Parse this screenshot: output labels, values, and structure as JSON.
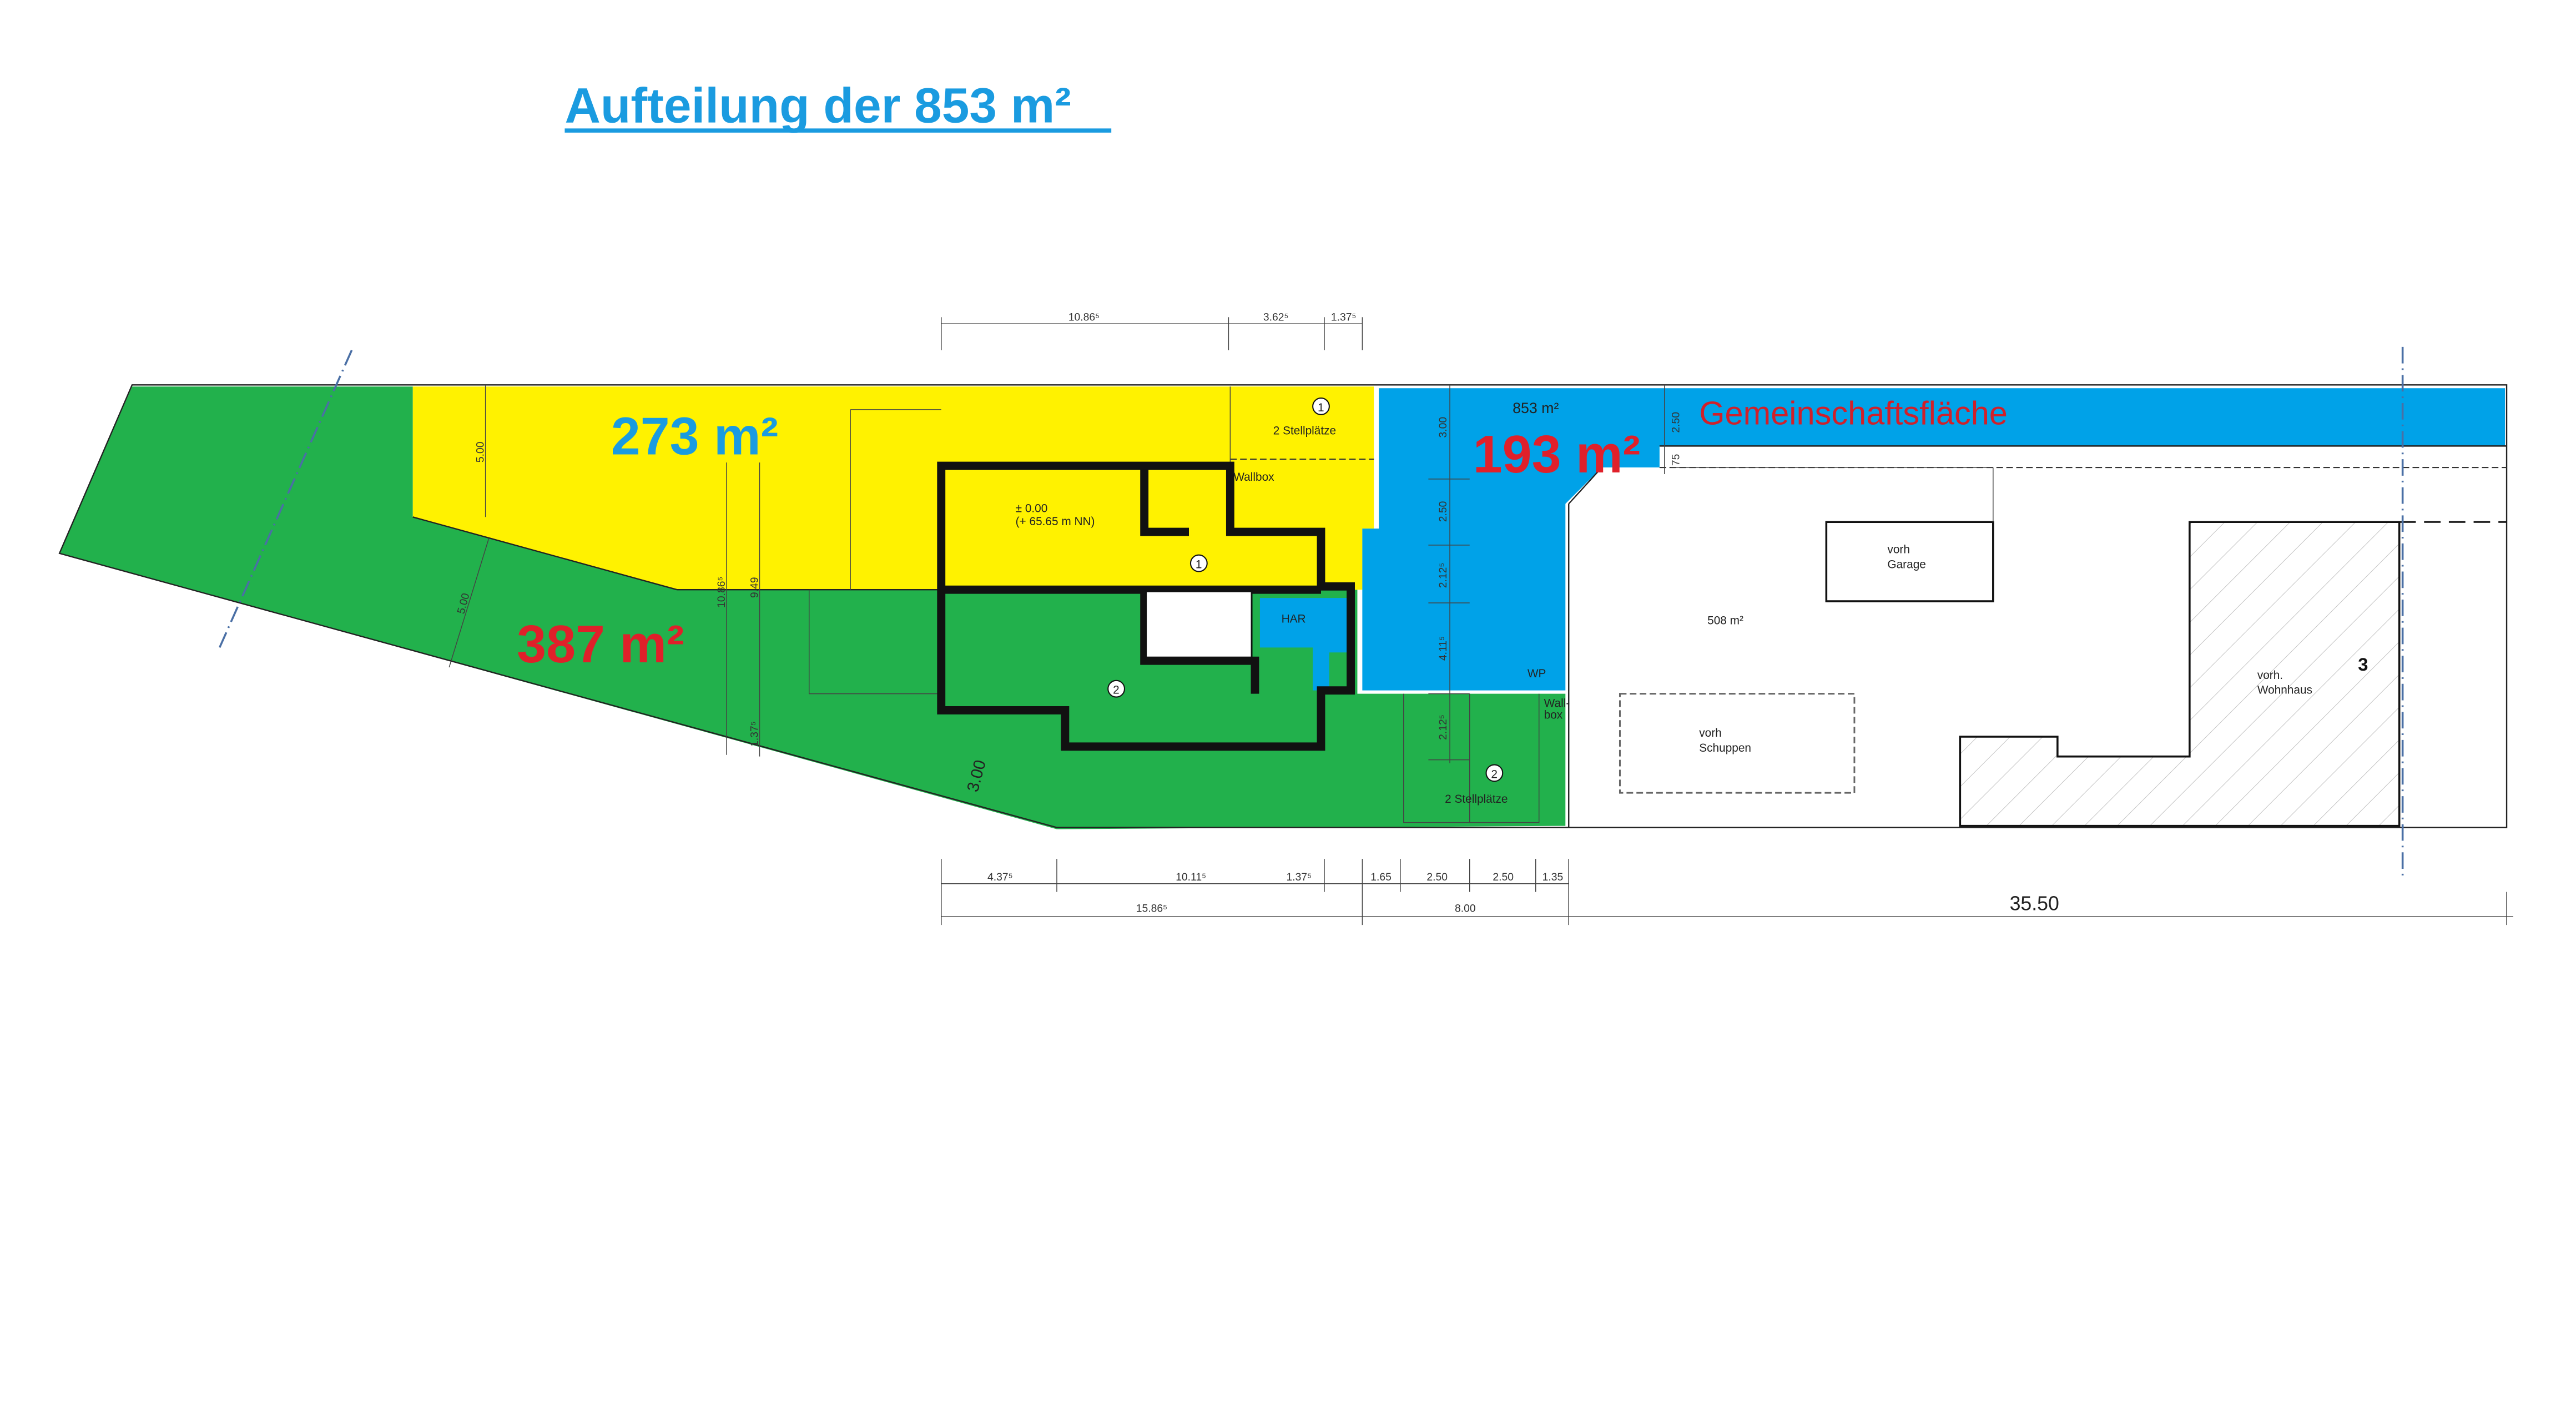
{
  "title": "Aufteilung der 853 m²",
  "areas": {
    "yellow": "273 m²",
    "green": "387 m²",
    "blue": "193 m²",
    "total_small": "853 m²",
    "common": "Gemeinschaftsfläche",
    "remaining": "508 m²"
  },
  "colors": {
    "yellow": "#fff200",
    "green": "#22b14c",
    "blue": "#00a2e8",
    "title": "#1a9be0",
    "red_label": "#e0202a"
  },
  "labels": {
    "parking1": "2 Stellplätze",
    "parking2": "2 Stellplätze",
    "unit1": "1",
    "unit1_room": "1",
    "unit2": "2",
    "unit2_parking": "2",
    "wallbox1": "Wallbox",
    "wallbox2a": "Wall-",
    "wallbox2b": "box",
    "level": "± 0.00",
    "level_nn": "(+ 65.65 m NN)",
    "har": "HAR",
    "wp": "WP",
    "garage_a": "vorh",
    "garage_b": "Garage",
    "shed_a": "vorh",
    "shed_b": "Schuppen",
    "house_a": "vorh.",
    "house_b": "Wohnhaus",
    "lot_number": "3"
  },
  "dimensions": {
    "top": [
      "10.86⁵",
      "3.62⁵",
      "1.37⁵"
    ],
    "bottom_row1": [
      "4.37⁵",
      "10.11⁵",
      "1.37⁵",
      "1.65",
      "2.50",
      "2.50",
      "1.35"
    ],
    "bottom_row2": [
      "15.86⁵",
      "8.00"
    ],
    "total": "35.50",
    "vertical_mid": [
      "3.00",
      "2.50",
      "2.12⁵",
      "4.11⁵",
      "2.12⁵"
    ],
    "vertical_right": [
      "2.50",
      "75"
    ],
    "left": [
      "5.00",
      "5.00",
      "10.86⁵",
      "9.49",
      "1.37⁵",
      "3.00"
    ]
  }
}
